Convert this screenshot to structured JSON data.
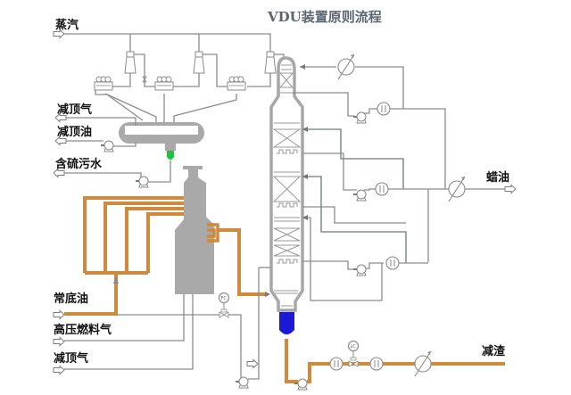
{
  "title": "VDU装置原则流程",
  "streams": {
    "steam": "蒸汽",
    "vac_top_gas": "减顶气",
    "vac_top_oil": "减顶油",
    "sour_water": "含硫污水",
    "wax_oil": "蜡油",
    "atm_residue": "常底油",
    "hp_fuel_gas": "高压燃料气",
    "vac_top_gas_fuel": "减顶气",
    "vac_residue": "减渣"
  },
  "instruments": {
    "flow_controller": "FC",
    "level_controller": "LC"
  },
  "colors": {
    "hot_line": "#d08a3e",
    "equipment": "#a9a9a9",
    "column_bottom_liquid": "#1a1ad6",
    "separator_boot_liquid": "#1fc23a",
    "line": "#8c8c8c"
  },
  "equipment": [
    {
      "id": "vacuum-column",
      "type": "packed column"
    },
    {
      "id": "vacuum-heater",
      "type": "furnace"
    },
    {
      "id": "top-separator",
      "type": "horizontal drum"
    },
    {
      "id": "steam-ejectors",
      "count": 3
    },
    {
      "id": "vacuum-condensers",
      "count": 3
    },
    {
      "id": "pumps",
      "count": 7
    },
    {
      "id": "air-coolers",
      "count": 3
    }
  ]
}
